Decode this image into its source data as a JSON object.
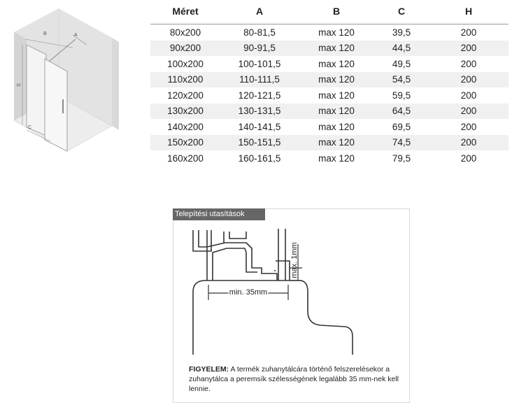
{
  "iso_labels": {
    "a": "A",
    "b": "B",
    "c": "C",
    "h": "H"
  },
  "table": {
    "headers": [
      "Méret",
      "A",
      "B",
      "C",
      "H"
    ],
    "rows": [
      [
        "80x200",
        "80-81,5",
        "max 120",
        "39,5",
        "200"
      ],
      [
        "90x200",
        "90-91,5",
        "max 120",
        "44,5",
        "200"
      ],
      [
        "100x200",
        "100-101,5",
        "max 120",
        "49,5",
        "200"
      ],
      [
        "110x200",
        "110-111,5",
        "max 120",
        "54,5",
        "200"
      ],
      [
        "120x200",
        "120-121,5",
        "max 120",
        "59,5",
        "200"
      ],
      [
        "130x200",
        "130-131,5",
        "max 120",
        "64,5",
        "200"
      ],
      [
        "140x200",
        "140-141,5",
        "max 120",
        "69,5",
        "200"
      ],
      [
        "150x200",
        "150-151,5",
        "max 120",
        "74,5",
        "200"
      ],
      [
        "160x200",
        "160-161,5",
        "max 120",
        "79,5",
        "200"
      ]
    ]
  },
  "install": {
    "title": "Telepítési utasítások",
    "min_label": "min. 35mm",
    "max_label": "max. 1mm",
    "warning_label": "FIGYELEM:",
    "warning_text": " A termék zuhanytálcára történő felszerelésekor a zuhanytálca a peremsík szélességének legalább 35 mm-nek kell lennie."
  }
}
